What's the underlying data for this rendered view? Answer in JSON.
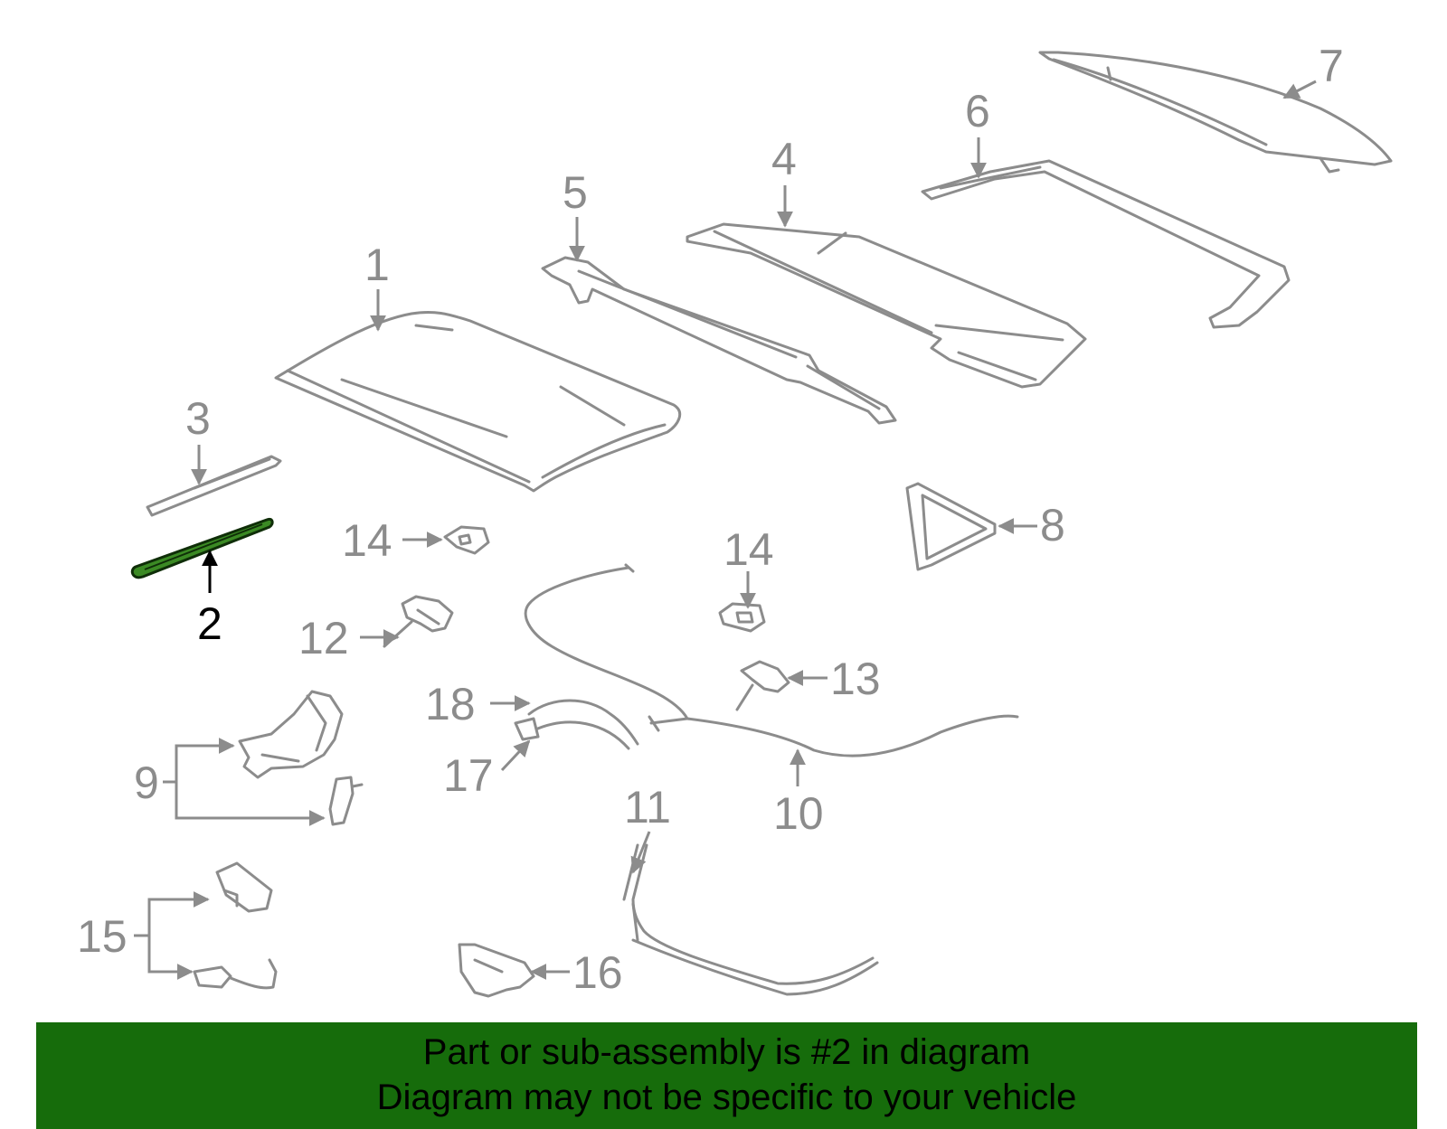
{
  "diagram": {
    "highlighted_part": "2",
    "highlight_color": "#3b8a24",
    "callouts": [
      "1",
      "2",
      "3",
      "4",
      "5",
      "6",
      "7",
      "8",
      "9",
      "10",
      "11",
      "12",
      "13",
      "14",
      "14",
      "15",
      "16",
      "17",
      "18"
    ]
  },
  "banner": {
    "line1": "Part or sub-assembly is #2 in diagram",
    "line2": "Diagram may not be specific to your vehicle",
    "background": "#166c0b"
  }
}
